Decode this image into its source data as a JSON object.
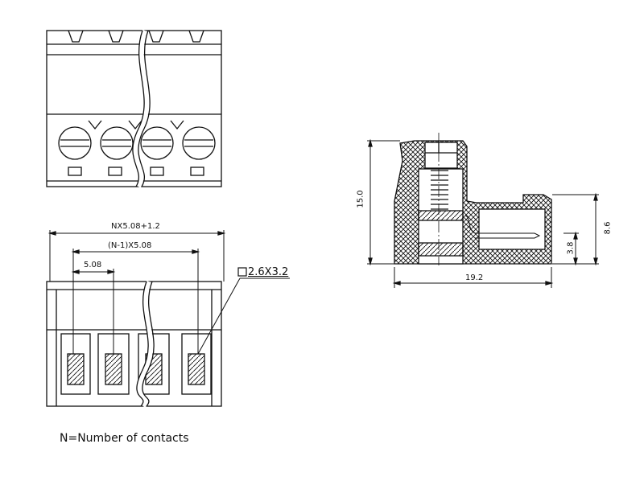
{
  "dimensions": {
    "overall_width": "NX5.08+1.2",
    "pitch_span": "(N-1)X5.08",
    "pitch": "5.08",
    "wire_opening": "2.6X3.2",
    "height": "15.0",
    "depth": "19.2",
    "pin_height": "8.6",
    "pin_offset": "3.8"
  },
  "note": "N=Number of contacts"
}
